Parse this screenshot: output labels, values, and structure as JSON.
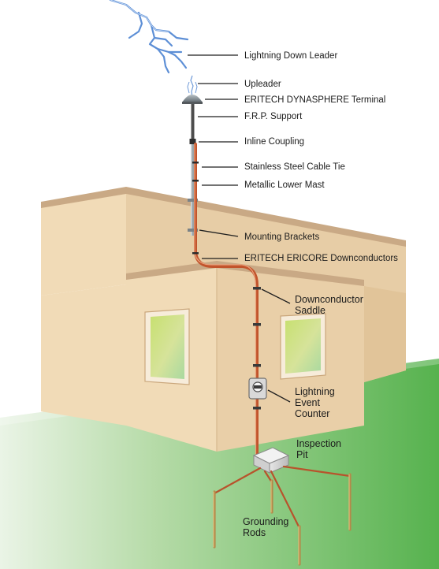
{
  "labels": {
    "lightning_down_leader": "Lightning Down Leader",
    "upleader": "Upleader",
    "terminal": "ERITECH DYNASPHERE Terminal",
    "frp_support": "F.R.P. Support",
    "inline_coupling": "Inline Coupling",
    "cable_tie": "Stainless Steel Cable Tie",
    "lower_mast": "Metallic Lower Mast",
    "mounting_brackets": "Mounting Brackets",
    "downconductors": "ERITECH ERICORE Downconductors",
    "saddle_line1": "Downconductor",
    "saddle_line2": "Saddle",
    "counter_line1": "Lightning",
    "counter_line2": "Event",
    "counter_line3": "Counter",
    "pit_line1": "Inspection",
    "pit_line2": "Pit",
    "rods_line1": "Grounding",
    "rods_line2": "Rods"
  },
  "colors": {
    "wall_front": "#f2dcb8",
    "wall_shade": "#e2c69c",
    "roof_edge": "#cfb08a",
    "grass": "#5fb85a",
    "downconductor": "#c2542c",
    "lightning": "#5d8fd6"
  }
}
